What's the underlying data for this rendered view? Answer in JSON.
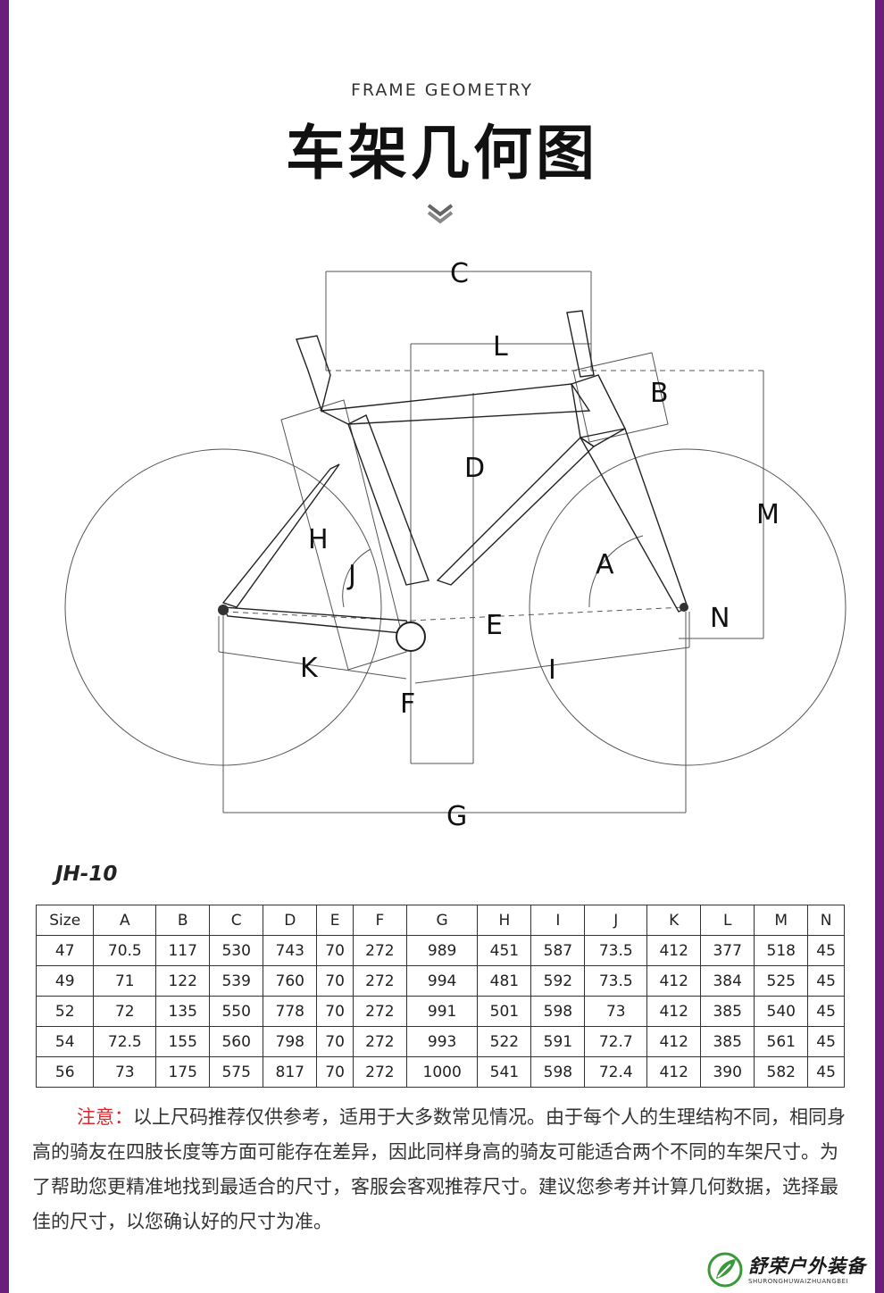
{
  "header": {
    "subtitle": "FRAME GEOMETRY",
    "title": "车架几何图"
  },
  "diagram": {
    "labels": [
      "A",
      "B",
      "C",
      "D",
      "E",
      "F",
      "G",
      "H",
      "I",
      "J",
      "K",
      "L",
      "M",
      "N"
    ]
  },
  "model": "JH-10",
  "table": {
    "headers": [
      "Size",
      "A",
      "B",
      "C",
      "D",
      "E",
      "F",
      "G",
      "H",
      "I",
      "J",
      "K",
      "L",
      "M",
      "N"
    ],
    "rows": [
      [
        "47",
        "70.5",
        "117",
        "530",
        "743",
        "70",
        "272",
        "989",
        "451",
        "587",
        "73.5",
        "412",
        "377",
        "518",
        "45"
      ],
      [
        "49",
        "71",
        "122",
        "539",
        "760",
        "70",
        "272",
        "994",
        "481",
        "592",
        "73.5",
        "412",
        "384",
        "525",
        "45"
      ],
      [
        "52",
        "72",
        "135",
        "550",
        "778",
        "70",
        "272",
        "991",
        "501",
        "598",
        "73",
        "412",
        "385",
        "540",
        "45"
      ],
      [
        "54",
        "72.5",
        "155",
        "560",
        "798",
        "70",
        "272",
        "993",
        "522",
        "591",
        "72.7",
        "412",
        "385",
        "561",
        "45"
      ],
      [
        "56",
        "73",
        "175",
        "575",
        "817",
        "70",
        "272",
        "1000",
        "541",
        "598",
        "72.4",
        "412",
        "390",
        "582",
        "45"
      ]
    ]
  },
  "note": {
    "label": "注意：",
    "text": "以上尺码推荐仅供参考，适用于大多数常见情况。由于每个人的生理结构不同，相同身高的骑友在四肢长度等方面可能存在差异，因此同样身高的骑友可能适合两个不同的车架尺寸。为了帮助您更精准地找到最适合的尺寸，客服会客观推荐尺寸。建议您参考并计算几何数据，选择最佳的尺寸，以您确认好的尺寸为准。"
  },
  "logo": {
    "name": "舒荣户外装备",
    "sub": "SHURONGHUWAIZHUANGBEI"
  },
  "colors": {
    "border": "#6a1f7a",
    "note_label": "#e0252a",
    "logo_green": "#3a9a3a"
  }
}
